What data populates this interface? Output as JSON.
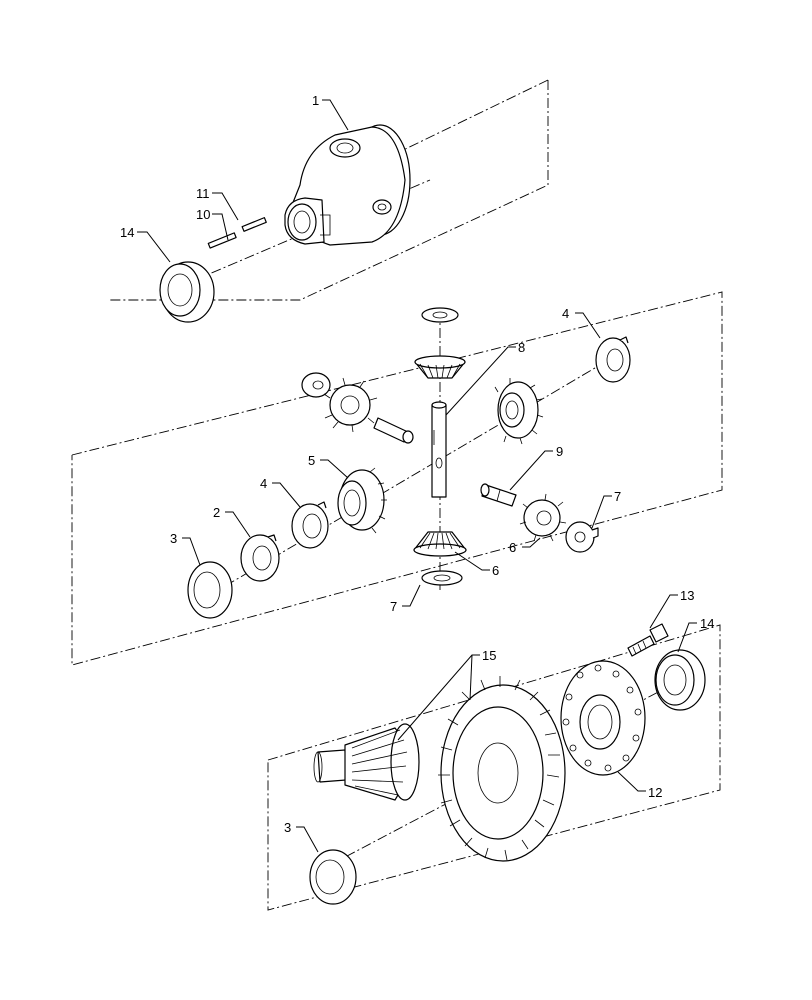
{
  "callouts": {
    "c1": "1",
    "c11": "11",
    "c10": "10",
    "c14a": "14",
    "c8": "8",
    "c4a": "4",
    "c5": "5",
    "c4b": "4",
    "c2": "2",
    "c3a": "3",
    "c9": "9",
    "c7a": "7",
    "c6a": "6",
    "c6b": "6",
    "c7b": "7",
    "c13": "13",
    "c14b": "14",
    "c15": "15",
    "c12": "12",
    "c3b": "3"
  }
}
